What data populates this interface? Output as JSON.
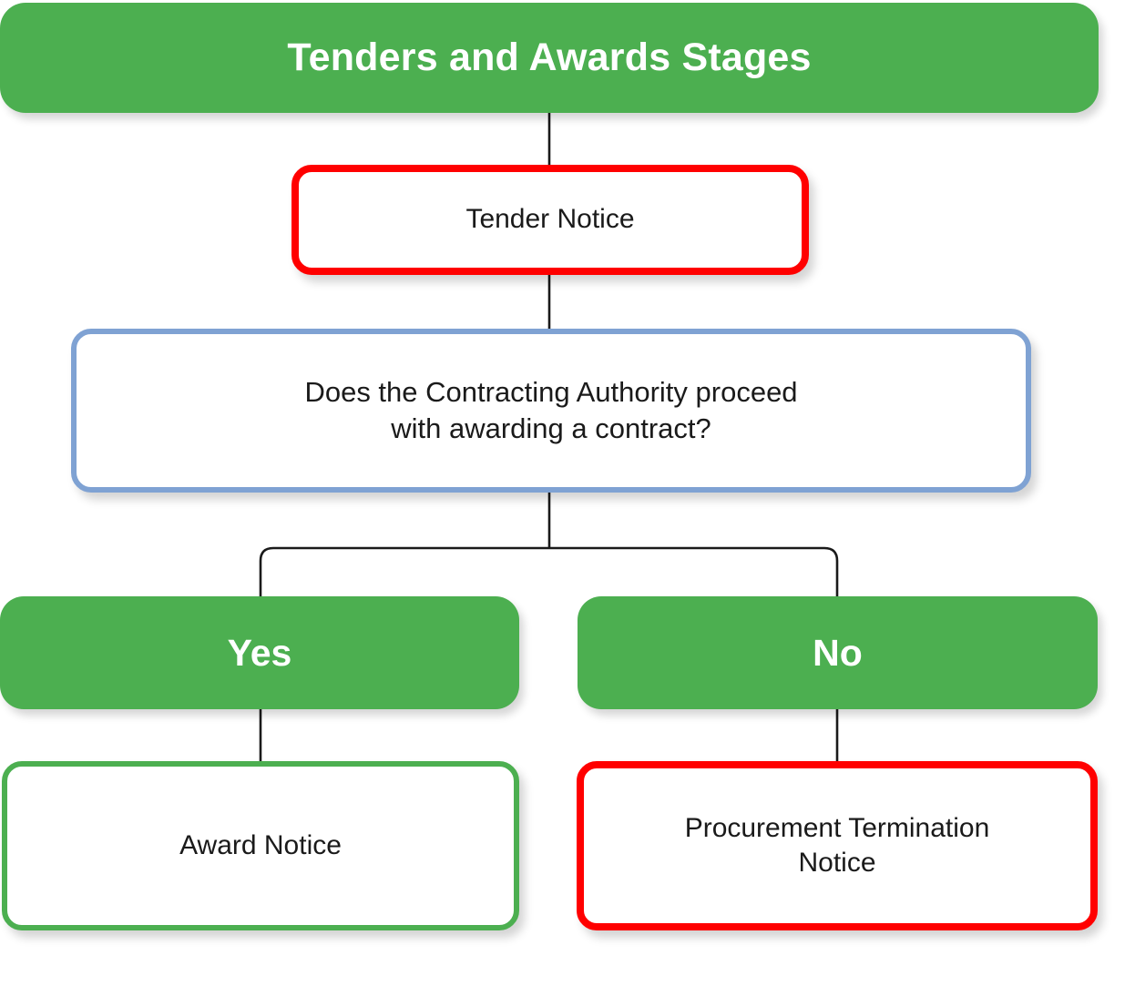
{
  "diagram": {
    "title": "Tenders and Awards Stages",
    "background_color": "#FFFFFF",
    "accent_green": "#4CAF50",
    "accent_red": "#FF0000",
    "accent_blue": "#7FA2D3",
    "connector_color": "#1A1A1A"
  },
  "nodes": {
    "title": {
      "label": "Tenders and Awards Stages",
      "shape": "rounded-banner",
      "fill": "#4CAF50",
      "text_color": "#FFFFFF"
    },
    "tender_notice": {
      "label": "Tender Notice",
      "shape": "rounded-rect",
      "fill": "#FFFFFF",
      "border_color": "#FF0000",
      "text_color": "#1A1A1A"
    },
    "decision": {
      "label": "Does the Contracting Authority proceed with awarding a contract?",
      "line1": "Does the Contracting Authority proceed",
      "line2": "with awarding a contract?",
      "shape": "rounded-rect",
      "fill": "#FFFFFF",
      "border_color": "#7FA2D3",
      "text_color": "#1A1A1A"
    },
    "branch_yes": {
      "label": "Yes",
      "shape": "rounded-banner",
      "fill": "#4CAF50",
      "text_color": "#FFFFFF"
    },
    "branch_no": {
      "label": "No",
      "shape": "rounded-banner",
      "fill": "#4CAF50",
      "text_color": "#FFFFFF"
    },
    "award_notice": {
      "label": "Award Notice",
      "shape": "rounded-rect",
      "fill": "#FFFFFF",
      "border_color": "#4CAF50",
      "text_color": "#1A1A1A"
    },
    "termination_notice": {
      "label": "Procurement Termination Notice",
      "line1": "Procurement Termination",
      "line2": "Notice",
      "shape": "rounded-rect",
      "fill": "#FFFFFF",
      "border_color": "#FF0000",
      "text_color": "#1A1A1A"
    }
  },
  "connectors": [
    {
      "name": "title-to-tender-notice",
      "from": "title",
      "to": "tender_notice",
      "style": "straight-vertical"
    },
    {
      "name": "tender-notice-to-decision",
      "from": "tender_notice",
      "to": "decision",
      "style": "straight-vertical"
    },
    {
      "name": "decision-to-branches",
      "from": "decision",
      "to": "branch_yes,branch_no",
      "style": "split-fork"
    },
    {
      "name": "yes-to-award-notice",
      "from": "branch_yes",
      "to": "award_notice",
      "style": "straight-vertical"
    },
    {
      "name": "no-to-termination-notice",
      "from": "branch_no",
      "to": "termination_notice",
      "style": "straight-vertical"
    }
  ]
}
